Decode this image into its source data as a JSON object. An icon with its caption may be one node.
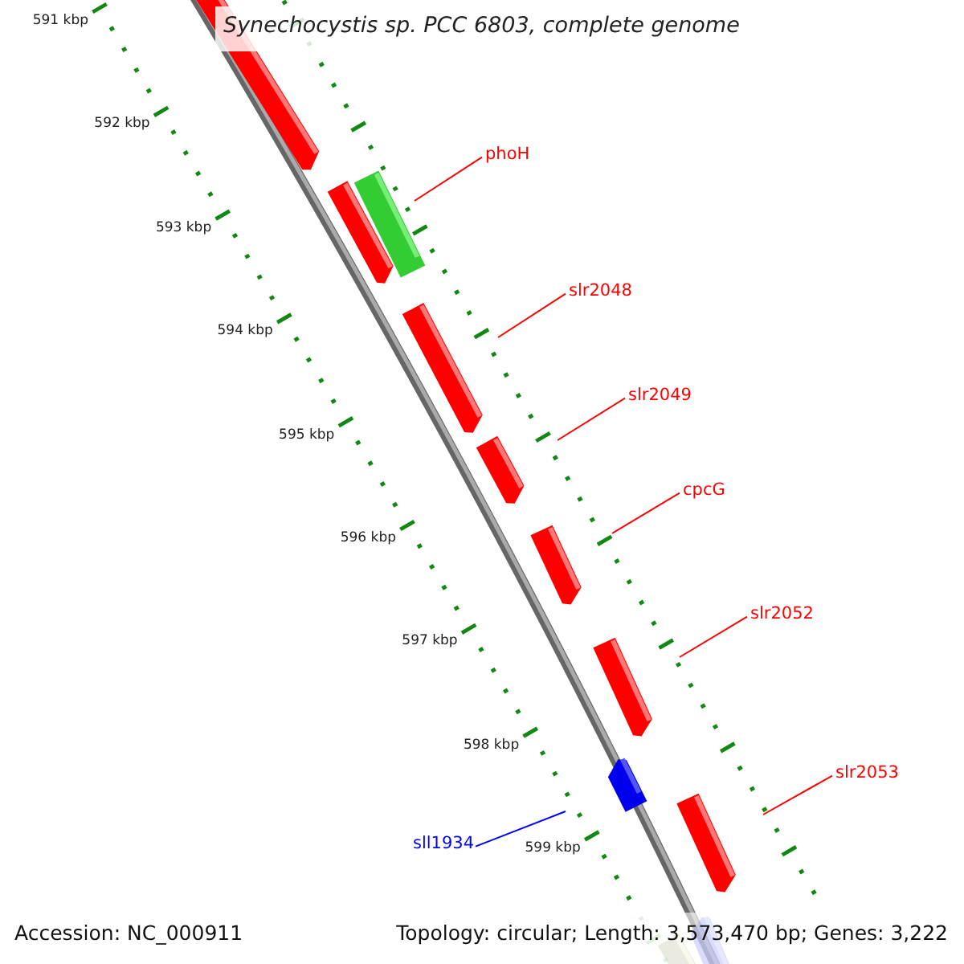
{
  "diagram": {
    "title": "Synechocystis sp. PCC 6803, complete genome",
    "nodes": [
      {
        "text": [
          "phoH"
        ]
      },
      {
        "text": [
          "slr2048"
        ]
      },
      {
        "text": [
          "slr2049"
        ]
      },
      {
        "text": [
          "cpcG"
        ]
      },
      {
        "text": [
          "slr2052"
        ]
      },
      {
        "text": [
          "slr2053"
        ]
      },
      {
        "text": [
          "sll1934"
        ]
      }
    ],
    "edges": [
      {
        "from": 0,
        "to": null,
        "arrow": "none"
      },
      {
        "from": 1,
        "to": null,
        "arrow": "none"
      },
      {
        "from": 2,
        "to": null,
        "arrow": "none"
      },
      {
        "from": 3,
        "to": null,
        "arrow": "none"
      },
      {
        "from": 4,
        "to": null,
        "arrow": "none"
      },
      {
        "from": 5,
        "to": null,
        "arrow": "none"
      },
      {
        "from": 6,
        "to": null,
        "arrow": "none",
        "color": "#0000ff"
      }
    ],
    "labels": [
      "591 kbp",
      "592 kbp",
      "593 kbp",
      "594 kbp",
      "595 kbp",
      "596 kbp",
      "597 kbp",
      "598 kbp",
      "599 kbp",
      "Accession: NC_000911",
      "Topology: circular; Length: 3,573,470 bp; Genes: 3,222"
    ]
  }
}
